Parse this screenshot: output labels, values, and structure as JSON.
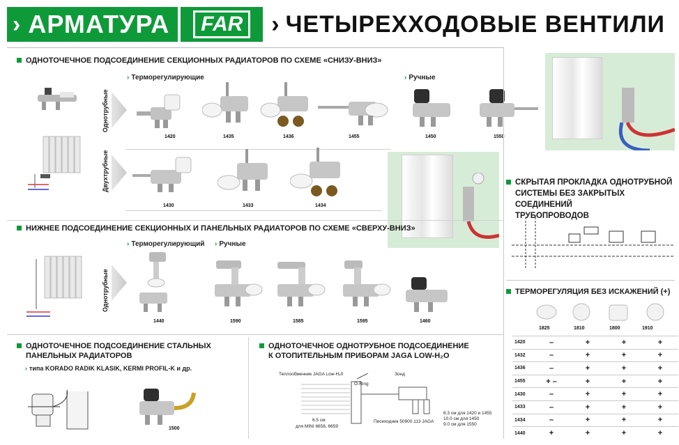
{
  "header": {
    "chevron": "›",
    "brand_line": "АРМАТУРА",
    "logo": "FAR",
    "title": "ЧЕТЫРЕХХОДОВЫЕ ВЕНТИЛИ"
  },
  "section1": {
    "title": "ОДНОТОЧЕЧНОЕ ПОДСОЕДИНЕНИЕ СЕКЦИОННЫХ РАДИАТОРОВ ПО СХЕМЕ «СНИЗУ-ВНИЗ»",
    "sub_thermo": "Терморегулирующие",
    "sub_manual": "Ручные",
    "row1_label": "Однотрубные",
    "row2_label": "Двухтрубные",
    "row1_codes": [
      "1420",
      "1435",
      "1436",
      "1455",
      "1450",
      "1550"
    ],
    "row2_codes": [
      "1430",
      "1433",
      "1434"
    ]
  },
  "section2": {
    "title": "НИЖНЕЕ ПОДСОЕДИНЕНИЕ СЕКЦИОННЫХ И ПАНЕЛЬНЫХ РАДИАТОРОВ ПО СХЕМЕ «СВЕРХУ-ВНИЗ»",
    "sub_thermo": "Терморегулирующий",
    "sub_manual": "Ручные",
    "row_label": "Однотрубные",
    "codes": [
      "1440",
      "1590",
      "1585",
      "1595",
      "1460"
    ]
  },
  "section3": {
    "title_line1": "ОДНОТОЧЕЧНОЕ ПОДСОЕДИНЕНИЕ СТАЛЬНЫХ",
    "title_line2": "ПАНЕЛЬНЫХ РАДИАТОРОВ",
    "sub": "типа KORADO RADIK KLASIK, KERMI PROFIL-K и др.",
    "code": "1500"
  },
  "section4": {
    "title_line1": "ОДНОТОЧЕЧНОЕ ОДНОТРУБНОЕ ПОДСОЕДИНЕНИЕ",
    "title_line2": "К ОТОПИТЕЛЬНЫМ ПРИБОРАМ JAGA LOW-H₂O",
    "label_exchanger": "Теплообменник JAGA Low-H₂0",
    "label_oring": "O-Ring",
    "label_probe": "Зонд",
    "label_dim": "6.5 см",
    "label_dim2": "для MINI 6658, 6659",
    "label_adapter": "Песеходник 50900.113 JAGA",
    "label_sizes": [
      "8.3 см для 1420 и 1455",
      "10.0 см для 1450",
      "9.0 см для 1550"
    ]
  },
  "section5": {
    "title_line1": "СКРЫТАЯ ПРОКЛАДКА ОДНОТРУБНОЙ",
    "title_line2": "СИСТЕМЫ БЕЗ ЗАКРЫТЫХ СОЕДИНЕНИЙ",
    "title_line3": "ТРУБОПРОВОДОВ"
  },
  "section6": {
    "title": "ТЕРМОРЕГУЛЯЦИЯ БЕЗ ИСКАЖЕНИЙ (+)",
    "columns": [
      "1825",
      "1810",
      "1800",
      "1910"
    ],
    "rows": [
      {
        "code": "1420",
        "vals": [
          "–",
          "+",
          "+",
          "+"
        ]
      },
      {
        "code": "1432",
        "vals": [
          "–",
          "+",
          "+",
          "+"
        ]
      },
      {
        "code": "1436",
        "vals": [
          "–",
          "+",
          "+",
          "+"
        ]
      },
      {
        "code": "1455",
        "vals": [
          "+ –",
          "+",
          "+",
          "+"
        ]
      },
      {
        "code": "1430",
        "vals": [
          "–",
          "+",
          "+",
          "+"
        ]
      },
      {
        "code": "1433",
        "vals": [
          "–",
          "+",
          "+",
          "+"
        ]
      },
      {
        "code": "1434",
        "vals": [
          "–",
          "+",
          "+",
          "+"
        ]
      },
      {
        "code": "1440",
        "vals": [
          "+",
          "+",
          "+",
          "+"
        ]
      }
    ]
  }
}
